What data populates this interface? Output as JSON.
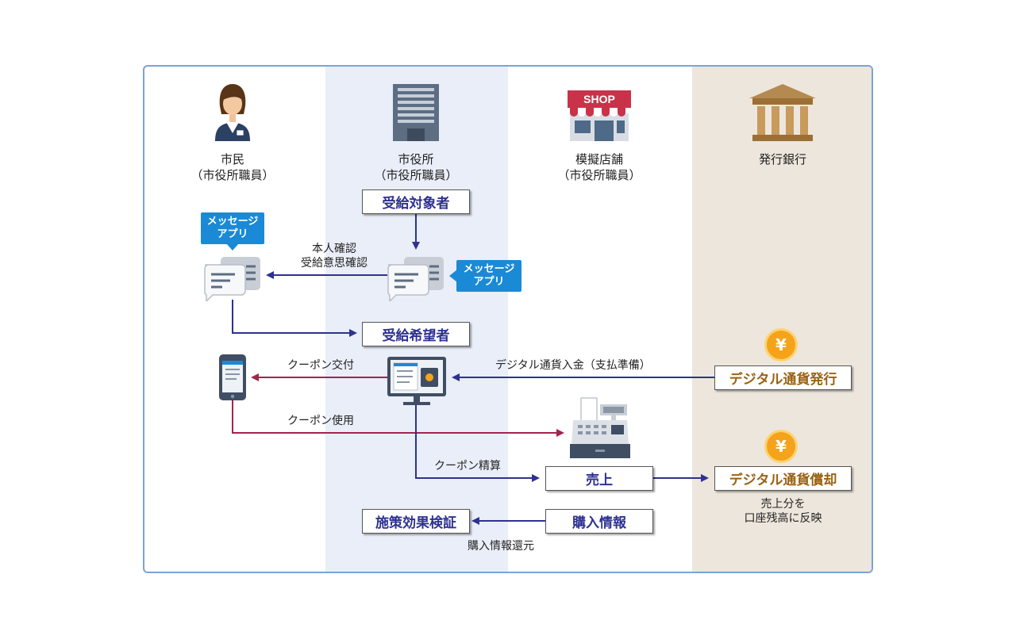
{
  "colors": {
    "navy": "#2e3192",
    "crimson": "#a4234f",
    "brown": "#9a6213",
    "cityhall_bg": "#e9eef8",
    "bank_bg": "#ede6dc",
    "badge_blue": "#1a8ad6",
    "yen_gold": "#f5a31a"
  },
  "actors": {
    "citizen": {
      "icon": "person-icon",
      "line1": "市民",
      "line2": "（市役所職員）"
    },
    "city_hall": {
      "icon": "office-building-icon",
      "line1": "市役所",
      "line2": "（市役所職員）"
    },
    "shop": {
      "icon": "shop-icon",
      "sign": "SHOP",
      "line1": "模擬店舗",
      "line2": "（市役所職員）"
    },
    "bank": {
      "icon": "bank-icon",
      "line1": "発行銀行"
    }
  },
  "boxes": {
    "recipients": "受給対象者",
    "applicants": "受給希望者",
    "sales": "売上",
    "purchase_info": "購入情報",
    "policy_eval": "施策効果検証",
    "digital_issue": "デジタル通貨発行",
    "digital_redeem": "デジタル通貨償却"
  },
  "badges": {
    "citizen_app_line1": "メッセージ",
    "citizen_app_line2": "アプリ",
    "cityhall_app_line1": "メッセージ",
    "cityhall_app_line2": "アプリ"
  },
  "flows": {
    "identity_line1": "本人確認",
    "identity_line2": "受給意思確認",
    "coupon_issue": "クーポン交付",
    "coupon_use": "クーポン使用",
    "coupon_settle": "クーポン精算",
    "deposit": "デジタル通貨入金（支払準備）",
    "purchase_return": "購入情報還元",
    "reflect_line1": "売上分を",
    "reflect_line2": "口座残高に反映"
  },
  "yen_symbol": "¥"
}
